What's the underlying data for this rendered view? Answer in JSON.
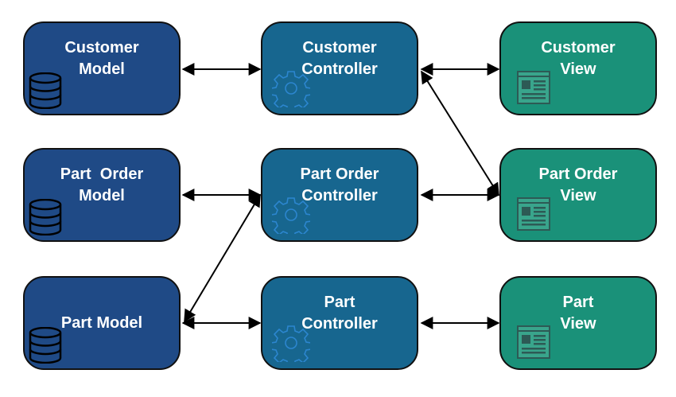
{
  "diagram": {
    "models": {
      "customer": "Customer\nModel",
      "part_order": "Part  Order\nModel",
      "part": "Part Model"
    },
    "controllers": {
      "customer": "Customer\nController",
      "part_order": "Part Order\nController",
      "part": "Part\nController"
    },
    "views": {
      "customer": "Customer\nView",
      "part_order": "Part Order\nView",
      "part": "Part\nView"
    }
  },
  "icons": {
    "model": "database-icon",
    "controller": "gear-icon",
    "view": "document-icon"
  },
  "colors": {
    "model": "#1f4a86",
    "controller": "#17668f",
    "view": "#1a9179",
    "border": "#111111",
    "text": "#ffffff"
  }
}
